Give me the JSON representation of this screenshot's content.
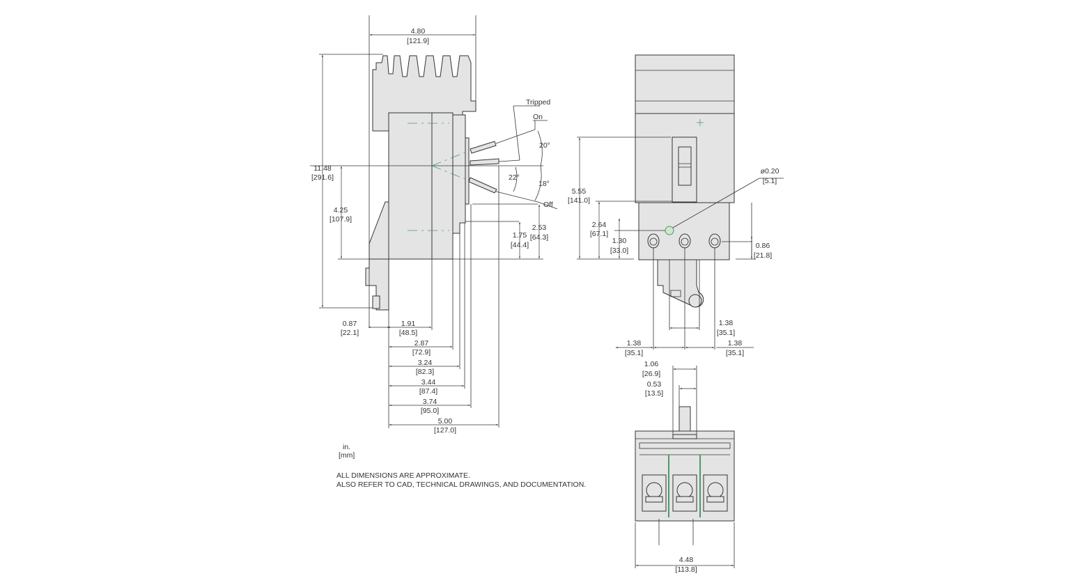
{
  "side_view": {
    "labels": {
      "tripped": "Tripped",
      "on": "On",
      "off": "Off"
    },
    "angles": {
      "on": "20°",
      "tripped": "22°",
      "off": "18°"
    },
    "dims": [
      {
        "in": "4.80",
        "mm": "[121.9]"
      },
      {
        "in": "11.48",
        "mm": "[291.6]"
      },
      {
        "in": "4.25",
        "mm": "[107.9]"
      },
      {
        "in": "1.75",
        "mm": "[44.4]"
      },
      {
        "in": "2.53",
        "mm": "[64.3]"
      },
      {
        "in": "0.87",
        "mm": "[22.1]"
      },
      {
        "in": "1.91",
        "mm": "[48.5]"
      },
      {
        "in": "2.87",
        "mm": "[72.9]"
      },
      {
        "in": "3.24",
        "mm": "[82.3]"
      },
      {
        "in": "3.44",
        "mm": "[87.4]"
      },
      {
        "in": "3.74",
        "mm": "[95.0]"
      },
      {
        "in": "5.00",
        "mm": "[127.0]"
      }
    ]
  },
  "front_view": {
    "dims": [
      {
        "in": "5.55",
        "mm": "[141.0]"
      },
      {
        "in": "2.64",
        "mm": "[67.1]"
      },
      {
        "in": "1.30",
        "mm": "[33.0]"
      },
      {
        "in": "0.86",
        "mm": "[21.8]"
      },
      {
        "in": "ø0.20",
        "mm": "[5.1]"
      },
      {
        "in": "1.38",
        "mm": "[35.1]"
      },
      {
        "in": "1.38",
        "mm": "[35.1]"
      },
      {
        "in": "1.38",
        "mm": "[35.1]"
      }
    ]
  },
  "bottom_view": {
    "dims": [
      {
        "in": "1.06",
        "mm": "[26.9]"
      },
      {
        "in": "0.53",
        "mm": "[13.5]"
      },
      {
        "in": "4.48",
        "mm": "[113.8]"
      }
    ]
  },
  "legend": {
    "unit_in": "in.",
    "unit_mm": "[mm]"
  },
  "notes": [
    "ALL DIMENSIONS ARE APPROXIMATE.",
    "ALSO REFER TO CAD, TECHNICAL DRAWINGS, AND DOCUMENTATION."
  ]
}
